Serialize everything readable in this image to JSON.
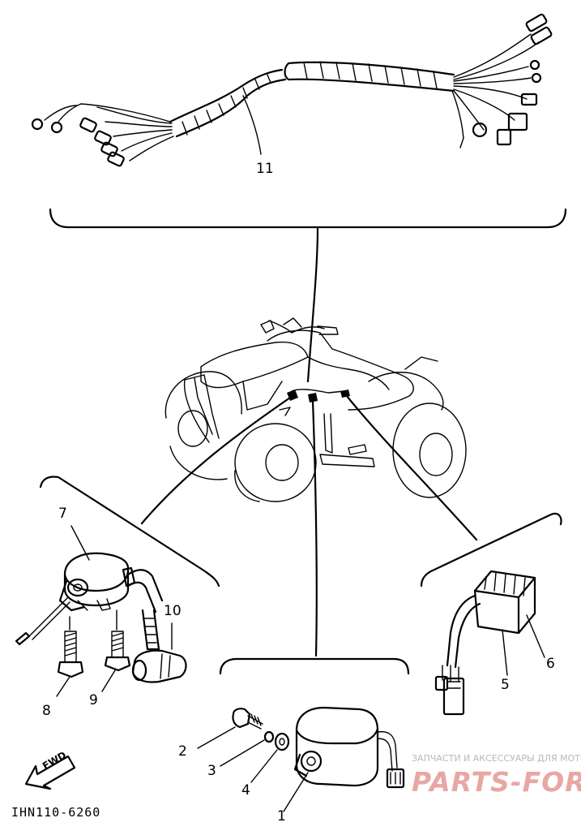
{
  "diagram": {
    "callouts": [
      {
        "id": "c1",
        "text": "1"
      },
      {
        "id": "c2",
        "text": "2"
      },
      {
        "id": "c3",
        "text": "3"
      },
      {
        "id": "c4",
        "text": "4"
      },
      {
        "id": "c5",
        "text": "5"
      },
      {
        "id": "c6",
        "text": "6"
      },
      {
        "id": "c7",
        "text": "7"
      },
      {
        "id": "c8",
        "text": "8"
      },
      {
        "id": "c9",
        "text": "9"
      },
      {
        "id": "c10",
        "text": "10"
      },
      {
        "id": "c11",
        "text": "11"
      }
    ],
    "drawing_code": "IHN110-6260",
    "fwd_label": "FWD"
  },
  "watermark": {
    "tagline": "ЗАПЧАСТИ И АКСЕССУАРЫ ДЛЯ МОТОТЕХНИКИ",
    "brand": "PARTS-FOR.RU"
  },
  "colors": {
    "ink": "#000000",
    "background": "#ffffff",
    "watermark_brand": "#e8a7a3",
    "watermark_tagline": "#b9b9b9"
  }
}
